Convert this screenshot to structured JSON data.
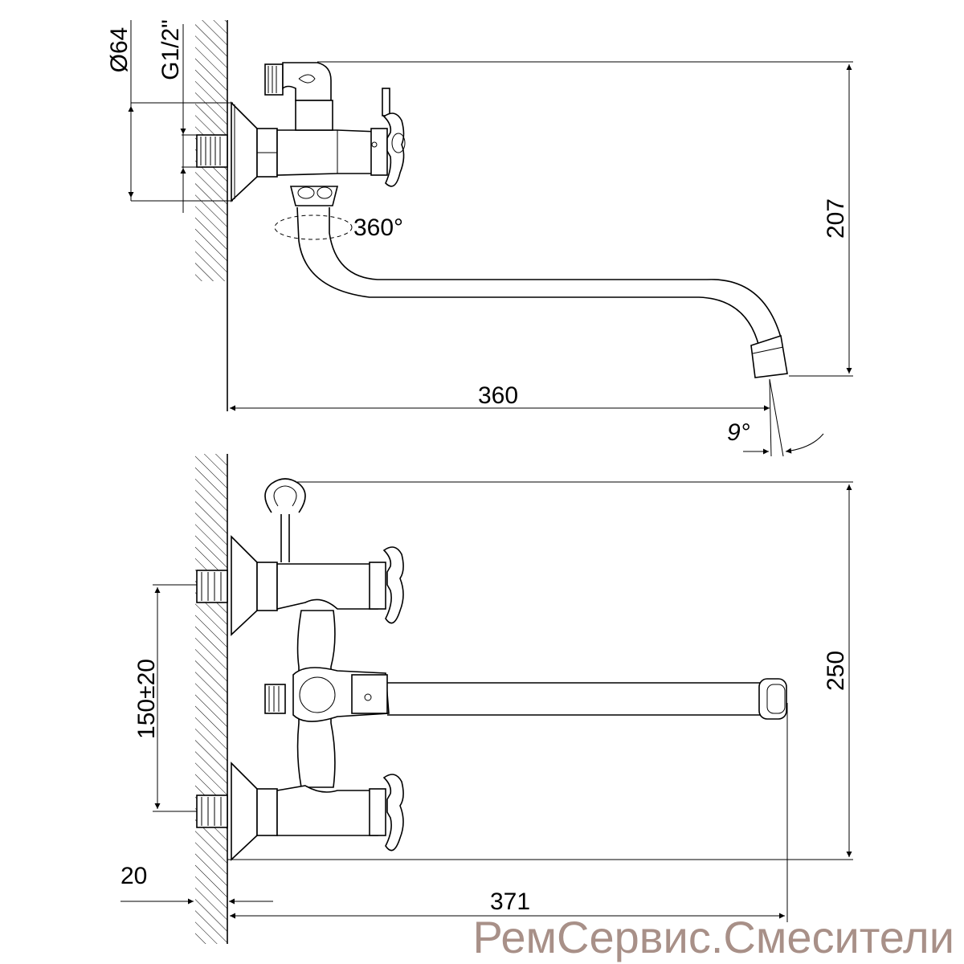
{
  "top_view": {
    "flange_diameter": "Ø64",
    "thread_size": "G1/2\"",
    "swivel_angle": "360°",
    "height": "207",
    "spout_reach": "360",
    "spout_tilt": "9°"
  },
  "front_view": {
    "height": "250",
    "inlet_spacing": "150±20",
    "wall_offset": "20",
    "spout_reach": "371"
  },
  "watermark": {
    "text": "РемСервис.Смесители",
    "color": "#a89088"
  }
}
